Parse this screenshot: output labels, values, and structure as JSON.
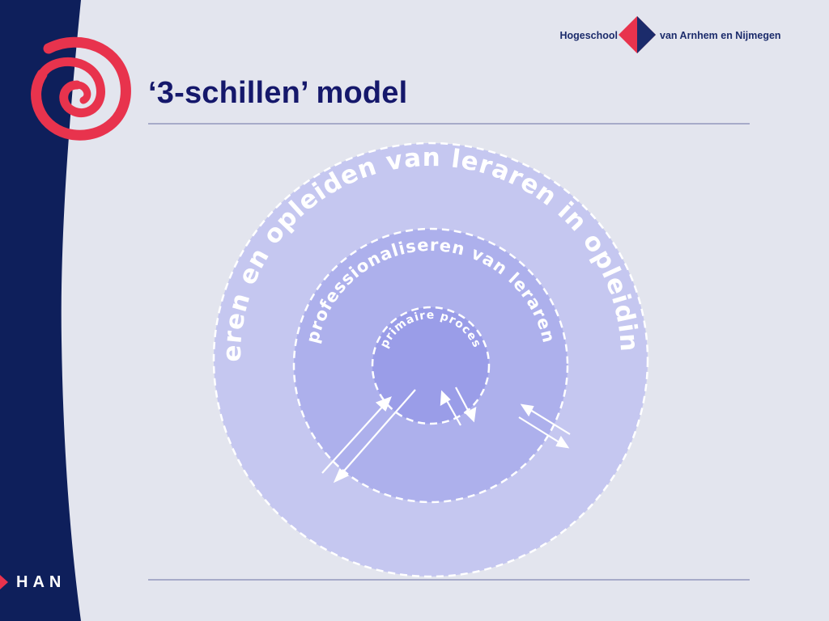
{
  "slide": {
    "title": "‘3-schillen’ model"
  },
  "logo": {
    "left_text": "Hogeschool",
    "right_text": "van Arnhem en Nijmegen",
    "brand": "HAN"
  },
  "diagram": {
    "outer_ring_label": "leren en opleiden van leraren in opleiding",
    "middle_ring_label": "professionaliseren van leraren",
    "inner_circle_label": "primaire proces"
  },
  "colors": {
    "background": "#e3e5ee",
    "navy": "#0e1f5b",
    "title": "#15186b",
    "red": "#e8334d",
    "outer_fill": "#c5c7f0",
    "middle_fill": "#adb0ec",
    "inner_fill": "#9a9de8",
    "rule": "#a7abc9"
  }
}
